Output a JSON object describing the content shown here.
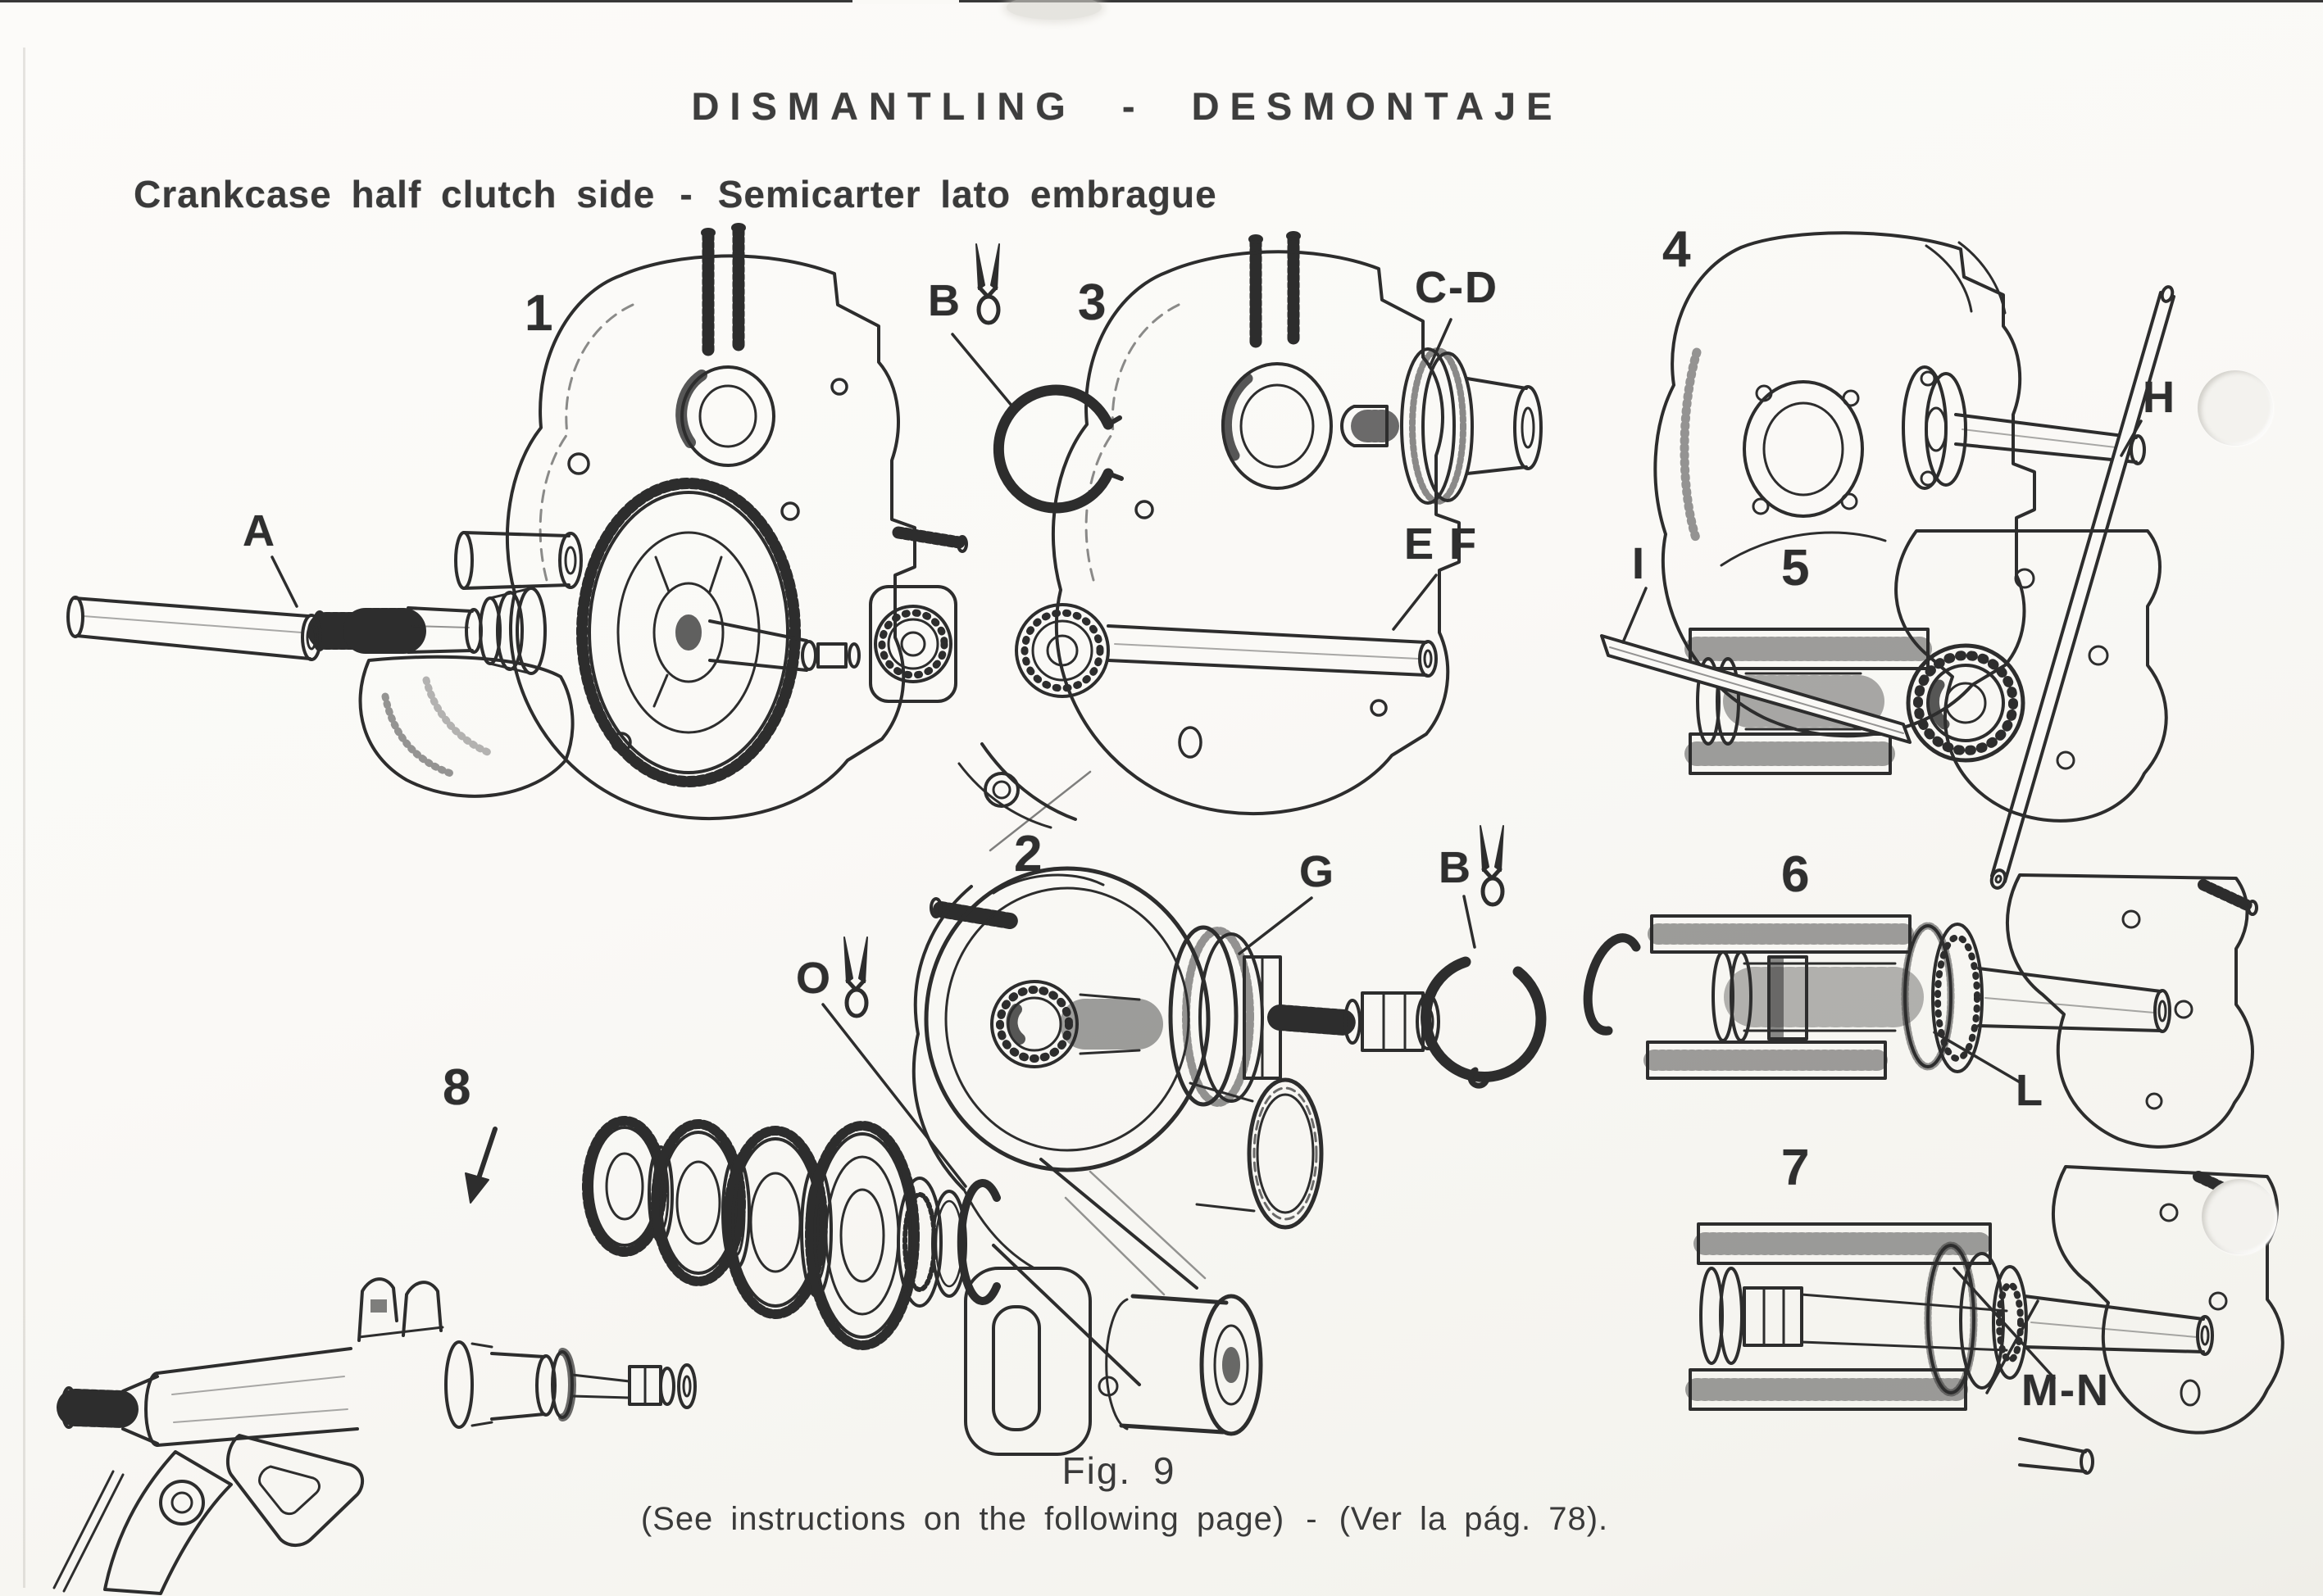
{
  "page": {
    "title": "DISMANTLING - DESMONTAJE",
    "subtitle": {
      "en": "Crankcase half clutch side",
      "dash": "-",
      "es": "Semicarter lato embrague"
    },
    "caption": {
      "figure": "Fig. 9",
      "note_en": "(See instructions on the following page)",
      "note_dash": "-",
      "note_es": "(Ver la pág. 78)."
    }
  },
  "figures": {
    "n1": "1",
    "n2": "2",
    "n3": "3",
    "n4": "4",
    "n5": "5",
    "n6": "6",
    "n7": "7",
    "n8": "8"
  },
  "part_labels": {
    "a": "A",
    "b_fig3": "B",
    "cd": "C-D",
    "ef": "E F",
    "h": "H",
    "i": "I",
    "g": "G",
    "b_fig2": "B",
    "l": "L",
    "o": "O",
    "mn": "M-N"
  },
  "icons": {
    "pliers_fig3": "circlip-pliers-icon",
    "pliers_fig2": "circlip-pliers-icon",
    "pliers_fig8": "circlip-pliers-icon",
    "binder_holes": "binder-hole-artifact"
  },
  "colors": {
    "paper": "#faf9f6",
    "ink": "#2d2d2d"
  }
}
